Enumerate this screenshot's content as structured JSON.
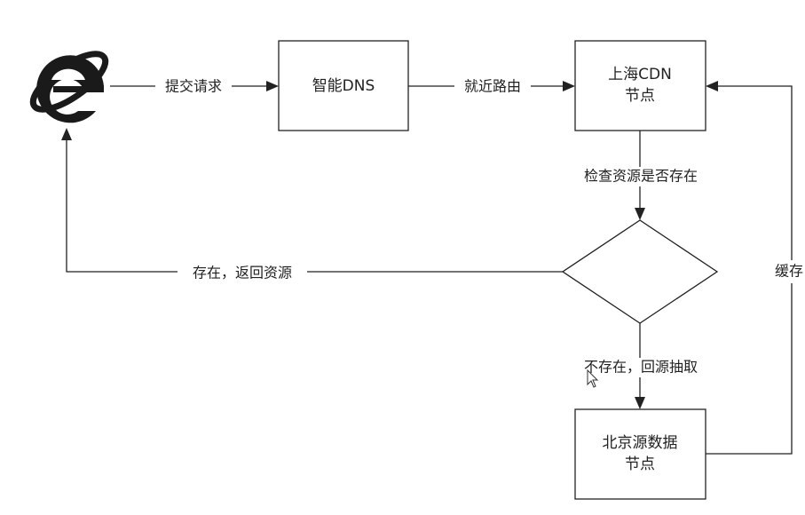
{
  "nodes": {
    "dns": {
      "label": "智能DNS"
    },
    "shanghai": {
      "line1": "上海CDN",
      "line2": "节点"
    },
    "beijing": {
      "line1": "北京源数据",
      "line2": "节点"
    }
  },
  "edges": {
    "submit": "提交请求",
    "nearest": "就近路由",
    "check": "检查资源是否存在",
    "exists_return": "存在，返回资源",
    "not_exists": "不存在，回源抽取",
    "cache": "缓存"
  },
  "icons": {
    "browser": "internet-explorer-icon",
    "cursor": "mouse-cursor-icon"
  },
  "colors": {
    "stroke": "#222222",
    "background": "#ffffff"
  }
}
